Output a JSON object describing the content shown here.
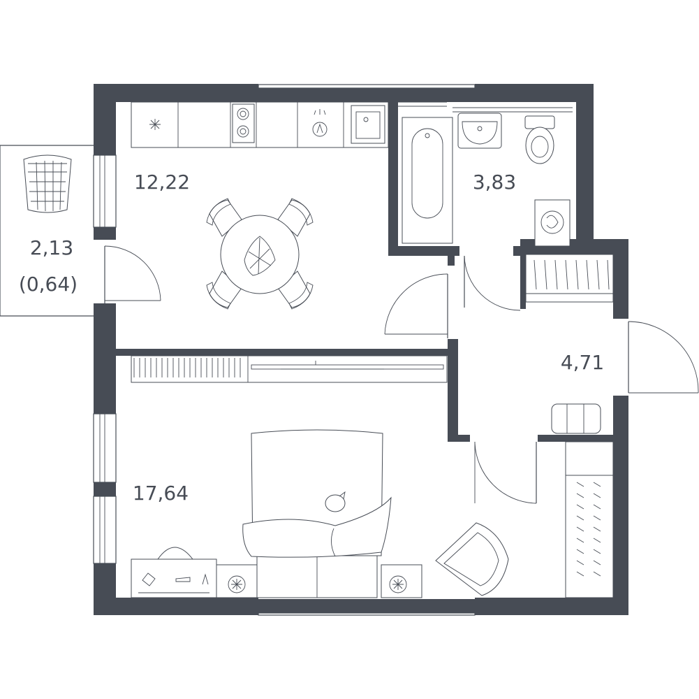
{
  "rooms": {
    "kitchen": {
      "area": "12,22"
    },
    "bathroom": {
      "area": "3,83"
    },
    "hall": {
      "area": "4,71"
    },
    "bedroom": {
      "area": "17,64"
    },
    "balcony": {
      "area": "2,13",
      "area_reduced": "(0,64)"
    }
  },
  "colors": {
    "wall": "#474c55",
    "background": "#ffffff"
  }
}
